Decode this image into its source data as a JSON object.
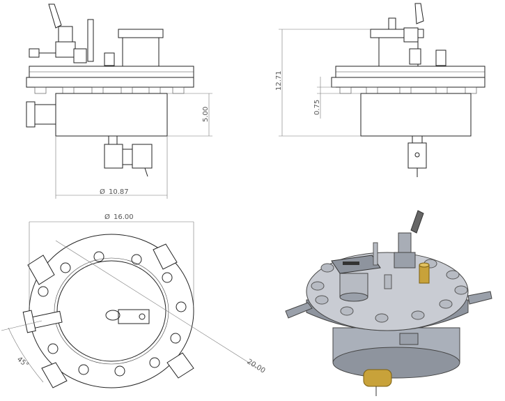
{
  "dimensions": {
    "front_height": "5.00",
    "front_diameter": "10.87",
    "side_total_height": "12.71",
    "side_flange_thickness": "0.75",
    "top_diameter": "16.00",
    "top_angle": "45°",
    "top_diagonal": "20.00"
  },
  "colors": {
    "steel_light": "#c9ccd3",
    "steel_mid": "#9aa0aa",
    "steel_dark": "#6e747e",
    "brass": "#c8a23a",
    "line": "#222222"
  }
}
